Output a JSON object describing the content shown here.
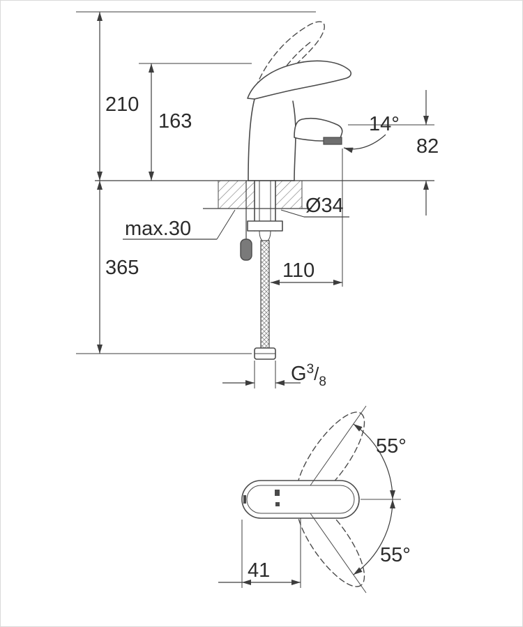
{
  "side_view": {
    "overall_height": "210",
    "body_height": "163",
    "spout_angle": "14°",
    "spout_height": "82",
    "hole_diameter": "Ø34",
    "max_deck_thickness": "max.30",
    "hose_length": "365",
    "projection": "110",
    "thread_prefix": "G",
    "thread_sup": "3",
    "thread_slash": "/",
    "thread_sub": "8"
  },
  "top_view": {
    "swing_up": "55°",
    "swing_down": "55°",
    "handle_offset": "41"
  },
  "colors": {
    "line": "#4a4a4a",
    "dimension": "#3d3d3d",
    "text": "#2b2b2b",
    "background": "#ffffff"
  }
}
